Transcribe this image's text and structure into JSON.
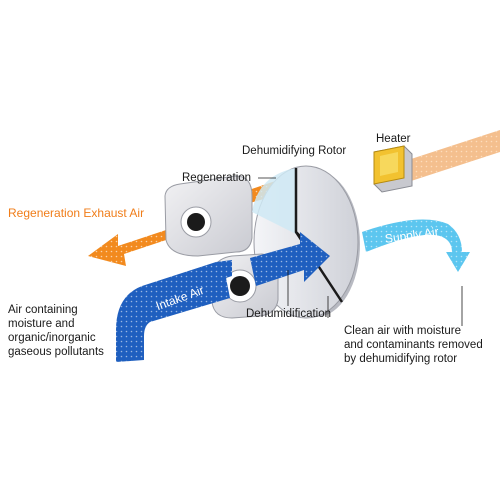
{
  "labels": {
    "heater": "Heater",
    "rotor": "Dehumidifying Rotor",
    "regeneration": "Regeneration",
    "regen_exhaust": "Regeneration Exhaust Air",
    "supply_air": "Supply Air",
    "intake_air": "Intake Air",
    "dehumidification": "Dehumidification",
    "air_containing": "Air containing\nmoisture and\norganic/inorganic\ngaseous pollutants",
    "clean_air": "Clean air with moisture\nand contaminants removed\nby dehumidifying rotor"
  },
  "colors": {
    "orange_flow": "#f28a1e",
    "orange_light": "#f4bf8e",
    "intake_blue": "#1f5fbf",
    "supply_blue": "#5cc6ef",
    "rotor_face": "#e8e9ee",
    "heater_yellow": "#f2c230",
    "text_orange": "#f07d19"
  }
}
